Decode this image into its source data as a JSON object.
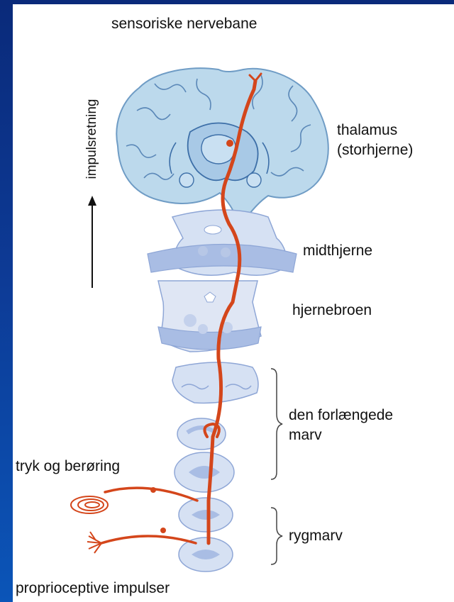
{
  "labels": {
    "title": "sensoriske nervebane",
    "direction": "impulsretning",
    "thalamus_line1": "thalamus",
    "thalamus_line2": "(storhjerne)",
    "midbrain": "midthjerne",
    "pons": "hjernebroen",
    "medulla_line1": "den forlængede",
    "medulla_line2": "marv",
    "touch": "tryk og berøring",
    "spinal_cord": "rygmarv",
    "proprioceptive": "proprioceptive impulser"
  },
  "colors": {
    "background": "#0b3a95",
    "brain_fill": "#bcd9ec",
    "brain_stroke": "#6f9cc5",
    "stem_fill": "#d6e1f3",
    "stem_shade": "#a9bde4",
    "nerve": "#d4461b"
  }
}
